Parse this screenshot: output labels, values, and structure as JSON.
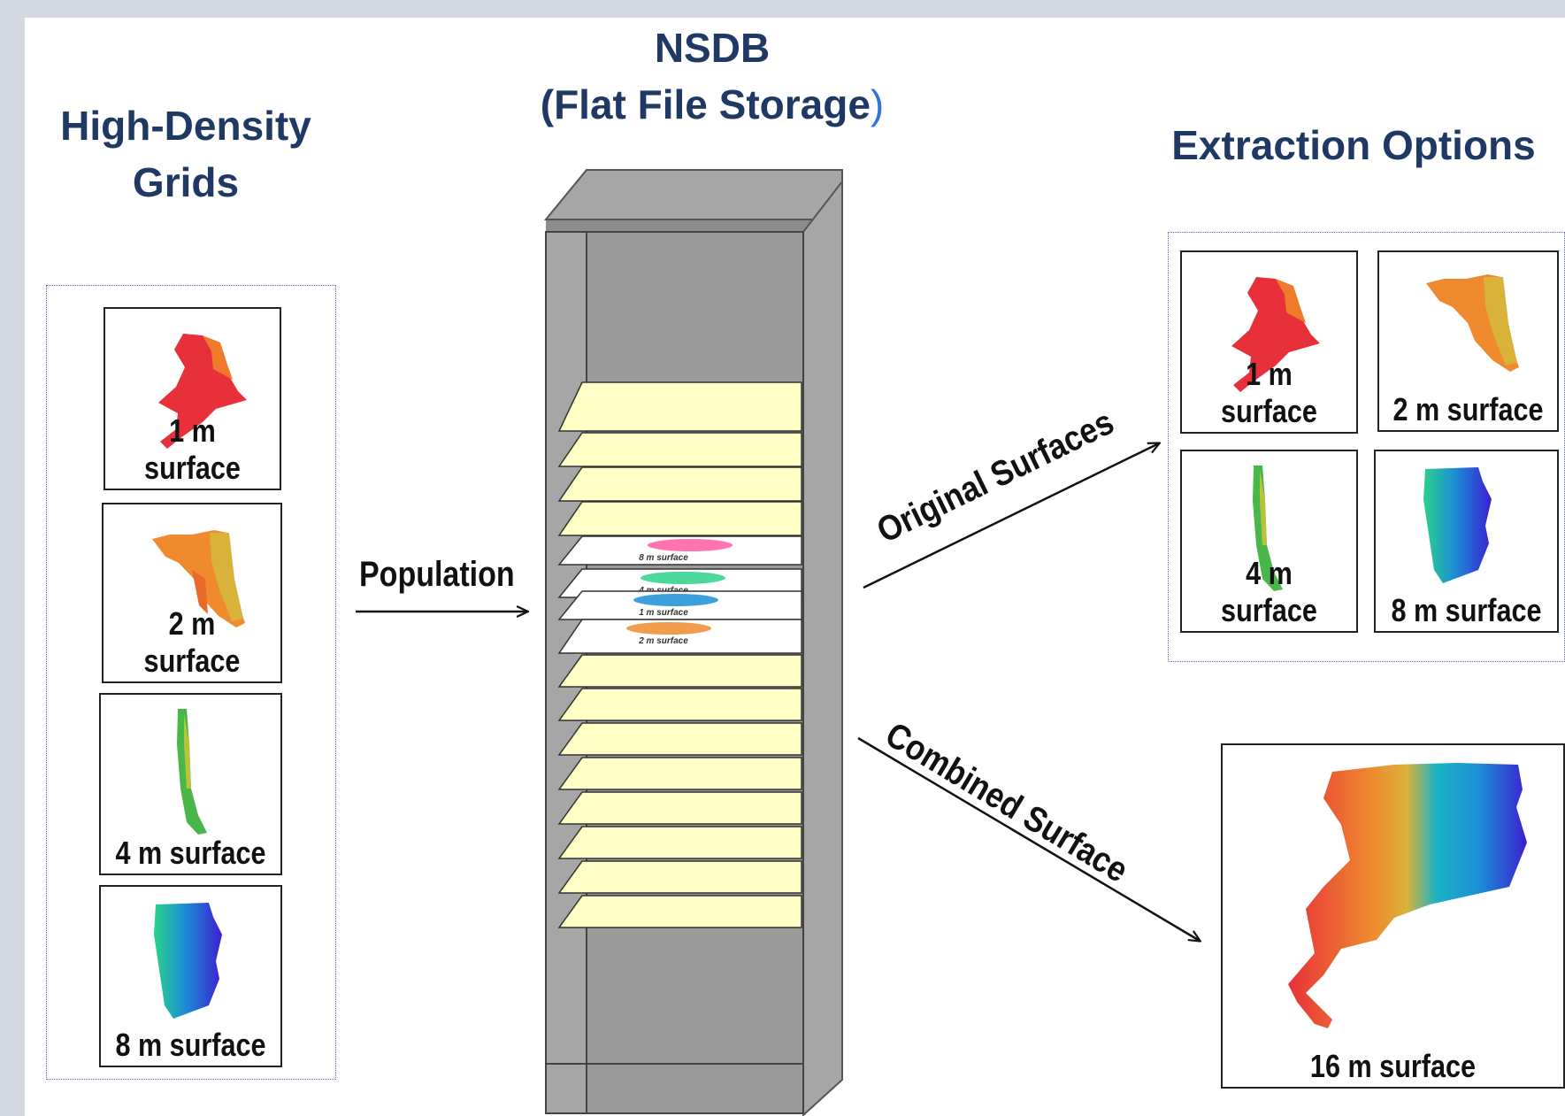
{
  "headings": {
    "left": [
      "High-Density",
      "Grids"
    ],
    "center": [
      "NSDB",
      "(Flat File Storage",
      ")"
    ],
    "right": [
      "Extraction Options"
    ]
  },
  "input_surfaces": [
    {
      "label": "1 m surface",
      "icon": "red-surface-map"
    },
    {
      "label": "2 m surface",
      "icon": "orange-surface-map"
    },
    {
      "label": "4 m surface",
      "icon": "green-surface-map"
    },
    {
      "label": "8 m surface",
      "icon": "blue-surface-map"
    }
  ],
  "population_label": "Population",
  "stored_layers": [
    "8 m surface",
    "4 m surface",
    "1 m surface",
    "2 m surface"
  ],
  "original_surfaces_label": "Original Surfaces",
  "combined_surface_label": "Combined Surface",
  "output_surfaces": [
    {
      "label": "1 m surface"
    },
    {
      "label": "2 m surface"
    },
    {
      "label": "4 m surface"
    },
    {
      "label": "8 m surface"
    }
  ],
  "combined_output": {
    "label": "16 m surface"
  },
  "colors": {
    "heading": "#1f3864",
    "cabinet": "#a6a6a6",
    "shelf": "#ffffc6",
    "box_border": "#5a5fd0"
  }
}
